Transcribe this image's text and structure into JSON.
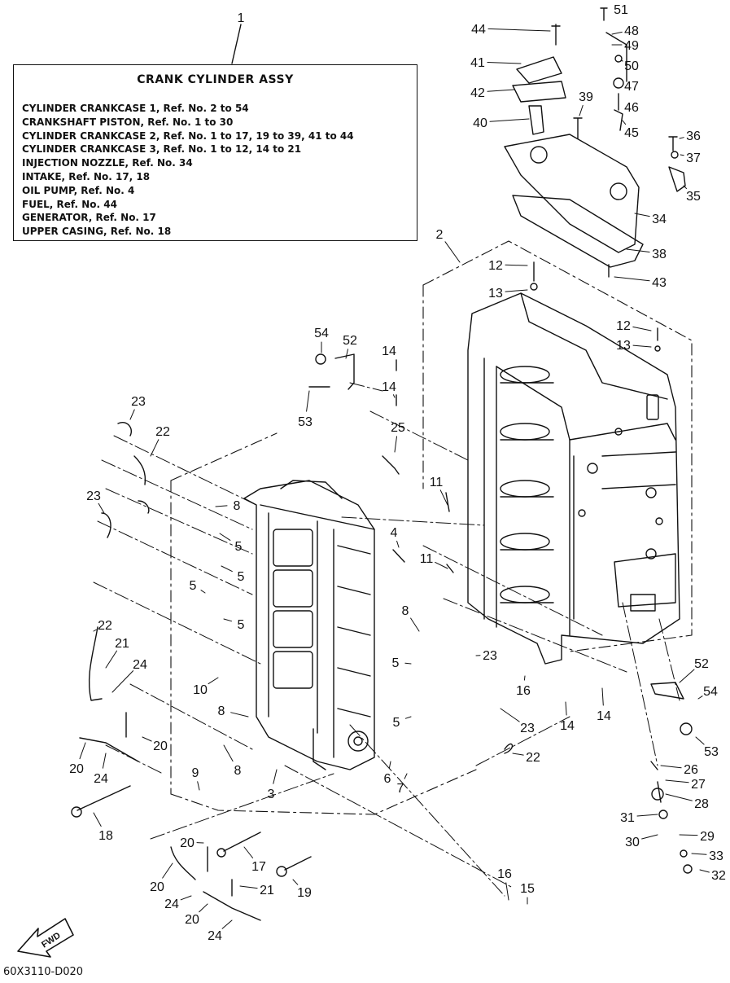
{
  "legend": {
    "title": "CRANK CYLINDER ASSY",
    "lines": [
      "CYLINDER CRANKCASE 1,  Ref. No. 2 to 54",
      "CRANKSHAFT PISTON,  Ref. No. 1 to 30",
      "CYLINDER CRANKCASE 2,  Ref. No. 1 to 17, 19 to 39, 41 to 44",
      "CYLINDER CRANKCASE 3,  Ref. No. 1 to 12, 14 to 21",
      "INJECTION NOZZLE,  Ref. No. 34",
      "INTAKE,  Ref. No. 17, 18",
      "OIL PUMP,  Ref. No. 4",
      "FUEL,  Ref. No. 44",
      "GENERATOR, Ref. No. 17",
      "UPPER CASING,  Ref. No. 18"
    ]
  },
  "fwd_label": "FWD",
  "drawing_code": "60X3110-D020",
  "callouts": [
    {
      "text": "1"
    },
    {
      "text": "51"
    },
    {
      "text": "48"
    },
    {
      "text": "44"
    },
    {
      "text": "49"
    },
    {
      "text": "41"
    },
    {
      "text": "50"
    },
    {
      "text": "47"
    },
    {
      "text": "42"
    },
    {
      "text": "39"
    },
    {
      "text": "46"
    },
    {
      "text": "40"
    },
    {
      "text": "45"
    },
    {
      "text": "36"
    },
    {
      "text": "37"
    },
    {
      "text": "35"
    },
    {
      "text": "34"
    },
    {
      "text": "2"
    },
    {
      "text": "38"
    },
    {
      "text": "12"
    },
    {
      "text": "43"
    },
    {
      "text": "13"
    },
    {
      "text": "12"
    },
    {
      "text": "13"
    },
    {
      "text": "54"
    },
    {
      "text": "52"
    },
    {
      "text": "14"
    },
    {
      "text": "14"
    },
    {
      "text": "53"
    },
    {
      "text": "23"
    },
    {
      "text": "22"
    },
    {
      "text": "25"
    },
    {
      "text": "23"
    },
    {
      "text": "8"
    },
    {
      "text": "11"
    },
    {
      "text": "5"
    },
    {
      "text": "4"
    },
    {
      "text": "11"
    },
    {
      "text": "5"
    },
    {
      "text": "5"
    },
    {
      "text": "5"
    },
    {
      "text": "22"
    },
    {
      "text": "8"
    },
    {
      "text": "21"
    },
    {
      "text": "23"
    },
    {
      "text": "24"
    },
    {
      "text": "5"
    },
    {
      "text": "52"
    },
    {
      "text": "10"
    },
    {
      "text": "16"
    },
    {
      "text": "54"
    },
    {
      "text": "14"
    },
    {
      "text": "14"
    },
    {
      "text": "8"
    },
    {
      "text": "5"
    },
    {
      "text": "23"
    },
    {
      "text": "53"
    },
    {
      "text": "20"
    },
    {
      "text": "20"
    },
    {
      "text": "8"
    },
    {
      "text": "22"
    },
    {
      "text": "24"
    },
    {
      "text": "26"
    },
    {
      "text": "9"
    },
    {
      "text": "6"
    },
    {
      "text": "7"
    },
    {
      "text": "3"
    },
    {
      "text": "27"
    },
    {
      "text": "28"
    },
    {
      "text": "18"
    },
    {
      "text": "31"
    },
    {
      "text": "29"
    },
    {
      "text": "20"
    },
    {
      "text": "30"
    },
    {
      "text": "17"
    },
    {
      "text": "33"
    },
    {
      "text": "20"
    },
    {
      "text": "19"
    },
    {
      "text": "21"
    },
    {
      "text": "32"
    },
    {
      "text": "16"
    },
    {
      "text": "15"
    },
    {
      "text": "24"
    },
    {
      "text": "20"
    },
    {
      "text": "24"
    }
  ]
}
